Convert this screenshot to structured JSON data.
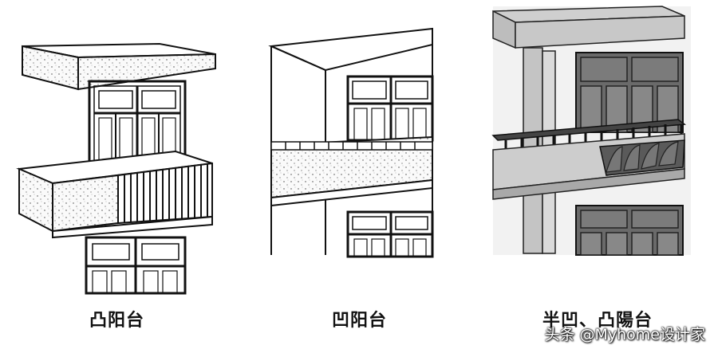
{
  "panels": [
    {
      "id": "convex",
      "caption": "凸阳台"
    },
    {
      "id": "concave",
      "caption": "凹阳台"
    },
    {
      "id": "semi",
      "caption": "半凹、凸陽台"
    }
  ],
  "watermark": "头条 @Myhome设计家"
}
